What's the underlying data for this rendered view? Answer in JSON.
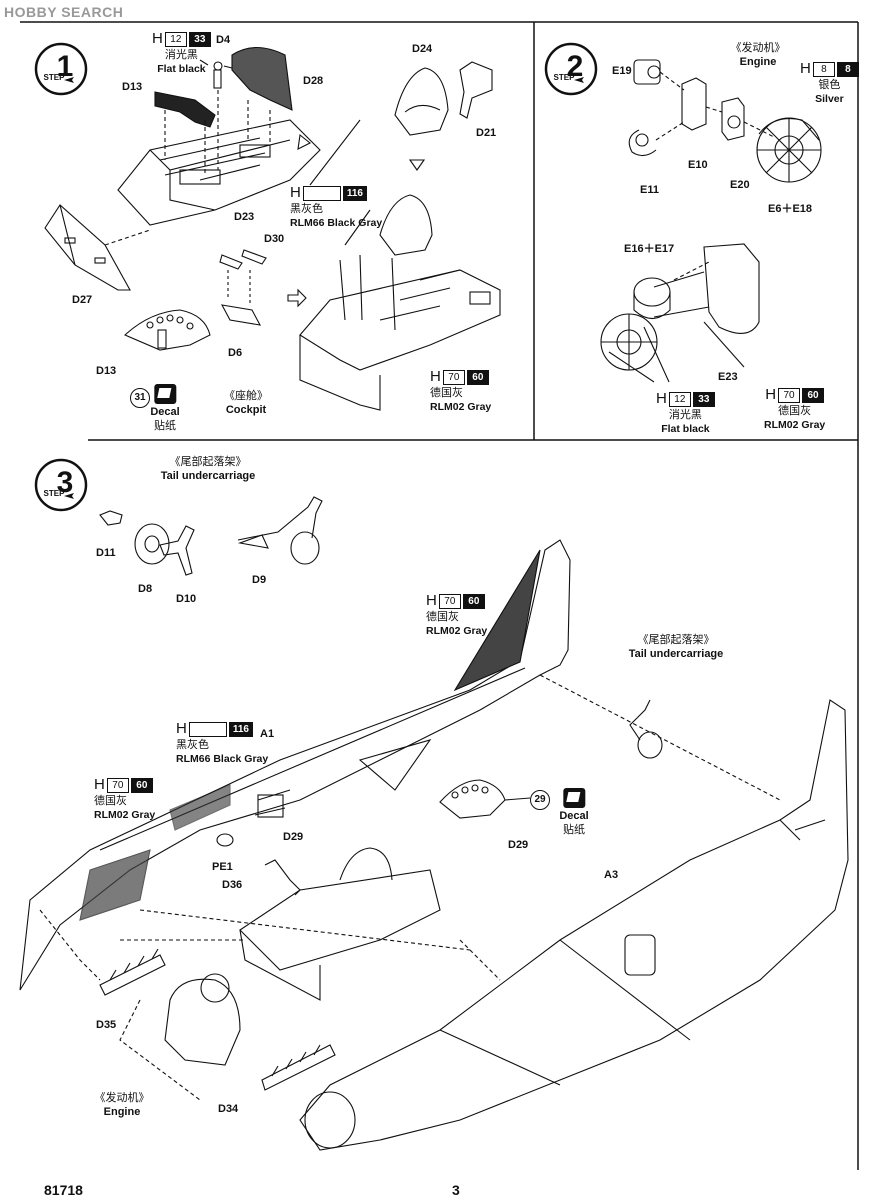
{
  "watermark": "HOBBY SEARCH",
  "footer": {
    "kit_number": "81718",
    "page_number": "3"
  },
  "step1": {
    "step_word": "STEP",
    "step_number": "1",
    "parts": [
      "D4",
      "D13",
      "D28",
      "D24",
      "D21",
      "D23",
      "D27",
      "D30",
      "D6",
      "D13"
    ],
    "paint_flat_black": {
      "h": "H",
      "code": "12",
      "code2": "33",
      "cn": "消光黑",
      "en": "Flat black"
    },
    "paint_black_gray": {
      "h": "H",
      "code": "",
      "code2": "116",
      "cn": "黑灰色",
      "en": "RLM66 Black Gray"
    },
    "paint_rlm02": {
      "h": "H",
      "code": "70",
      "code2": "60",
      "cn": "德国灰",
      "en": "RLM02 Gray"
    },
    "decal": {
      "number": "31",
      "en": "Decal",
      "cn": "贴纸"
    },
    "caption": {
      "cn": "《座舱》",
      "en": "Cockpit"
    }
  },
  "step2": {
    "step_word": "STEP",
    "step_number": "2",
    "title": {
      "cn": "《发动机》",
      "en": "Engine"
    },
    "parts": [
      "E19",
      "E11",
      "E10",
      "E20",
      "E6＋E18",
      "E16＋E17",
      "E23"
    ],
    "paint_silver": {
      "h": "H",
      "code": "8",
      "code2": "8",
      "cn": "银色",
      "en": "Silver"
    },
    "paint_flat_black": {
      "h": "H",
      "code": "12",
      "code2": "33",
      "cn": "消光黑",
      "en": "Flat black"
    },
    "paint_rlm02": {
      "h": "H",
      "code": "70",
      "code2": "60",
      "cn": "德国灰",
      "en": "RLM02 Gray"
    }
  },
  "step3": {
    "step_word": "STEP",
    "step_number": "3",
    "title": {
      "cn": "《尾部起落架》",
      "en": "Tail undercarriage"
    },
    "tail_label": {
      "cn": "《尾部起落架》",
      "en": "Tail undercarriage"
    },
    "engine_label": {
      "cn": "《发动机》",
      "en": "Engine"
    },
    "parts": [
      "D11",
      "D8",
      "D10",
      "D9",
      "A1",
      "D29",
      "PE1",
      "D36",
      "D35",
      "D34",
      "A3",
      "D29"
    ],
    "paint_rlm02_tail": {
      "h": "H",
      "code": "70",
      "code2": "60",
      "cn": "德国灰",
      "en": "RLM02 Gray"
    },
    "paint_black_gray": {
      "h": "H",
      "code": "",
      "code2": "116",
      "cn": "黑灰色",
      "en": "RLM66 Black Gray"
    },
    "paint_rlm02_fus": {
      "h": "H",
      "code": "70",
      "code2": "60",
      "cn": "德国灰",
      "en": "RLM02 Gray"
    },
    "decal": {
      "number": "29",
      "en": "Decal",
      "cn": "贴纸"
    }
  }
}
